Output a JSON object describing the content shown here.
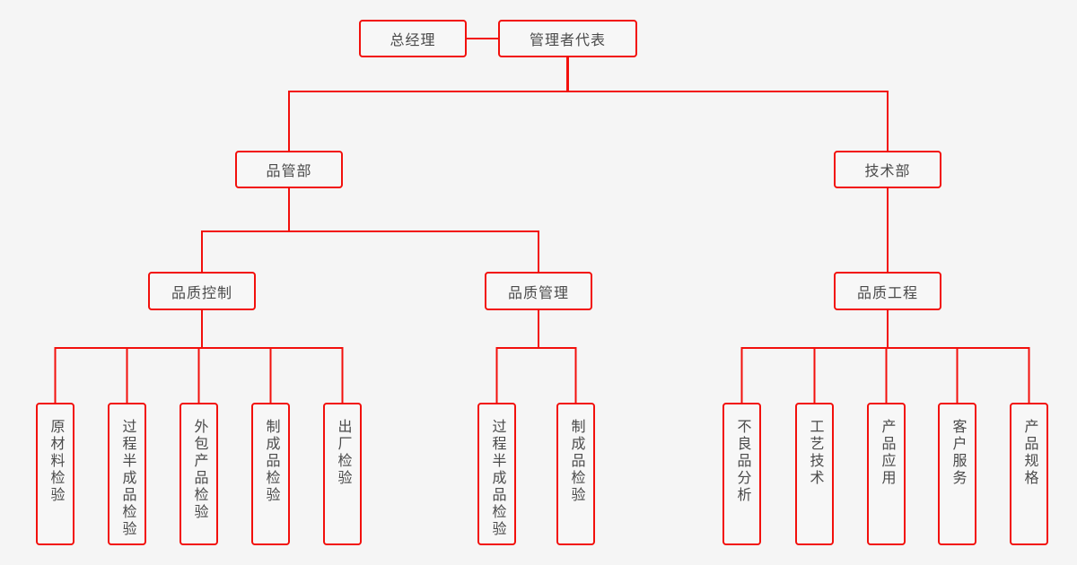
{
  "theme": {
    "background": "#f5f5f5",
    "box_fill": "#f7f7f7",
    "line_color": "#f2100c",
    "text_color": "#4a4a4a"
  },
  "org_chart": {
    "level1": {
      "general_manager": "总经理",
      "management_representative": "管理者代表"
    },
    "level2": {
      "quality_dept": "品管部",
      "tech_dept": "技术部"
    },
    "level3": {
      "quality_control": "品质控制",
      "quality_management": "品质管理",
      "quality_engineering": "品质工程"
    },
    "leaves": {
      "quality_control": [
        "原材料检验",
        "过程半成品检验",
        "外包产品检验",
        "制成品检验",
        "出厂检验"
      ],
      "quality_management": [
        "过程半成品检验",
        "制成品检验"
      ],
      "quality_engineering": [
        "不良品分析",
        "工艺技术",
        "产品应用",
        "客户服务",
        "产品规格"
      ]
    }
  }
}
